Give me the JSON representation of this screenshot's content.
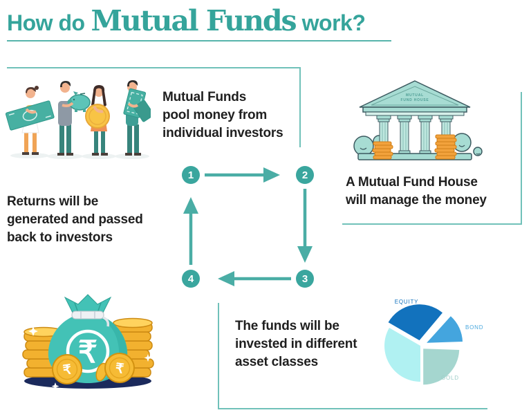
{
  "title": {
    "prefix": "How do",
    "emphasis": "Mutual Funds",
    "suffix": "work?"
  },
  "steps": {
    "pool": {
      "number": "1",
      "lines": [
        "Mutual Funds",
        "pool money from",
        "individual investors"
      ]
    },
    "manage": {
      "number": "2",
      "lines": [
        "A Mutual Fund House",
        "will manage the money"
      ]
    },
    "invest": {
      "number": "3",
      "lines": [
        "The funds will be",
        "invested in different",
        "asset classes"
      ]
    },
    "returns": {
      "number": "4",
      "lines": [
        "Returns will be",
        "generated and passed",
        "back to investors"
      ]
    }
  },
  "fund_house_sign": {
    "line1": "MUTUAL",
    "line2": "FUND HOUSE"
  },
  "currency": {
    "rupee": "₹"
  },
  "chart_data": {
    "type": "pie",
    "labels": [
      "EQUITY",
      "BOND",
      "GOLD",
      ""
    ],
    "values_pct": [
      28,
      12.5,
      25,
      34.5
    ],
    "colors": [
      "#1272bd",
      "#44a5de",
      "#a5d6cf",
      "#b0f1f2"
    ],
    "label_colors": [
      "#1272bd",
      "#4aa8de",
      "#9fcdc9",
      ""
    ],
    "exploded": true,
    "legend_position": "slice-labels"
  },
  "colors": {
    "accent_teal": "#3aa69e",
    "box_border": "#70c1b9",
    "text_dark": "#1f1f1f",
    "coin_orange": "#f2a23c",
    "gold": "#f6bb35",
    "navy_shadow": "#1b2a5c"
  }
}
